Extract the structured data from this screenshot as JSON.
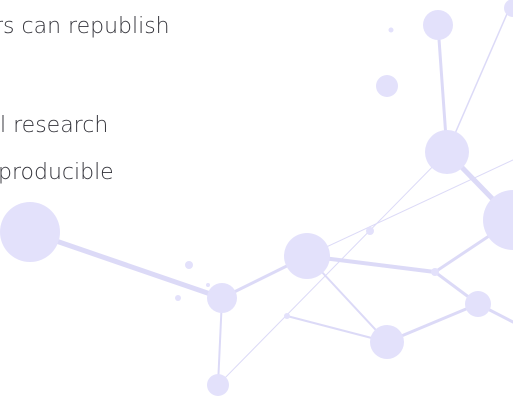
{
  "body_text": {
    "line_1": "rs can republish",
    "line_2": "l research",
    "line_3": "producible"
  },
  "decoration": {
    "name": "molecule-network-graphic",
    "node_color": "#e3e1fb",
    "edge_color": "#dcdaf7"
  }
}
